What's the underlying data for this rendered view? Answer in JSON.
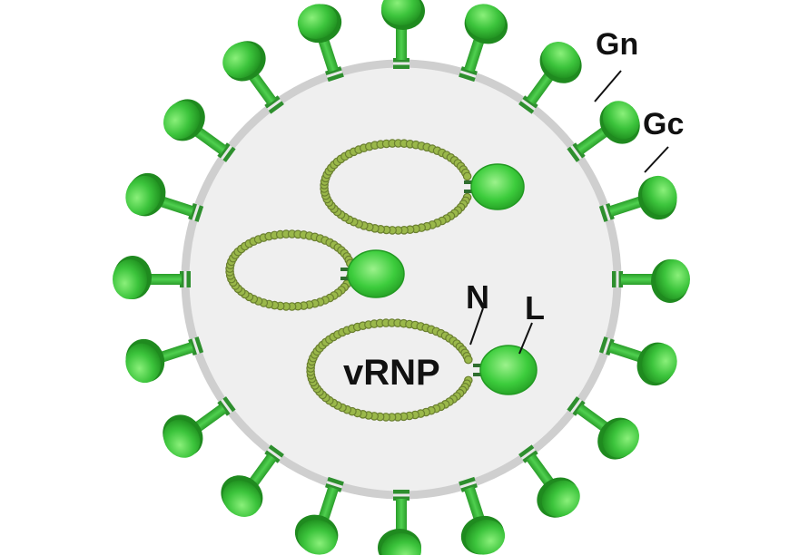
{
  "labels": {
    "gn": "Gn",
    "gc": "Gc",
    "n": "N",
    "l": "L",
    "vrnp": "vRNP"
  },
  "colors": {
    "membrane_fill": "#eeeeee",
    "membrane_stroke": "#c9c9c9",
    "glyco_light": "#5fdc5f",
    "glyco_mid": "#33bb33",
    "glyco_dark": "#1e8a1e",
    "rnp_bead": "#9ab84a",
    "rnp_bead_stroke": "#6a7f30",
    "polymerase_light": "#7fe86f",
    "polymerase_dark": "#2aa52a",
    "text": "#111111"
  }
}
